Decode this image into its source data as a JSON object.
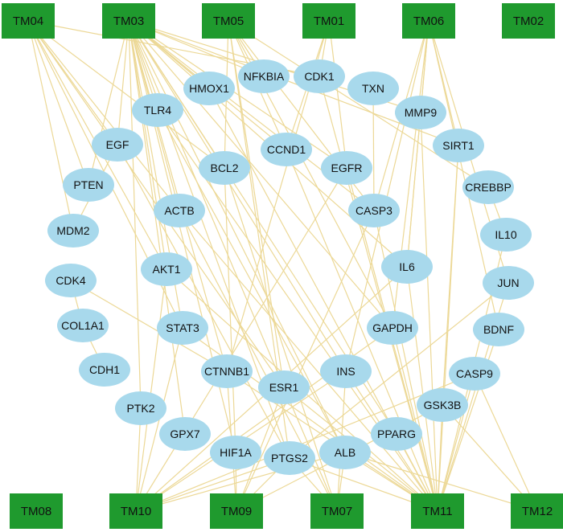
{
  "colors": {
    "module_fill": "#1f9a2e",
    "gene_fill": "#a8d9ec",
    "edge": "#ecd896",
    "text": "#111111"
  },
  "modules": [
    "TM04",
    "TM03",
    "TM05",
    "TM01",
    "TM06",
    "TM02",
    "TM08",
    "TM10",
    "TM09",
    "TM07",
    "TM11",
    "TM12"
  ],
  "genes": [
    "HMOX1",
    "NFKBIA",
    "CDK1",
    "TXN",
    "MMP9",
    "SIRT1",
    "CREBBP",
    "IL10",
    "JUN",
    "BDNF",
    "CASP9",
    "GSK3B",
    "PPARG",
    "ALB",
    "PTGS2",
    "HIF1A",
    "GPX7",
    "PTK2",
    "CDH1",
    "COL1A1",
    "CDK4",
    "MDM2",
    "PTEN",
    "EGF",
    "TLR4",
    "BCL2",
    "CCND1",
    "EGFR",
    "CASP3",
    "ACTB",
    "AKT1",
    "IL6",
    "STAT3",
    "GAPDH",
    "CTNNB1",
    "ESR1",
    "INS"
  ],
  "edges": [
    [
      "TM04",
      "EGF"
    ],
    [
      "TM04",
      "PTEN"
    ],
    [
      "TM04",
      "MDM2"
    ],
    [
      "TM04",
      "ACTB"
    ],
    [
      "TM04",
      "AKT1"
    ],
    [
      "TM04",
      "BCL2"
    ],
    [
      "TM04",
      "STAT3"
    ],
    [
      "TM04",
      "ESR1"
    ],
    [
      "TM04",
      "CDK1"
    ],
    [
      "TM03",
      "HMOX1"
    ],
    [
      "TM03",
      "NFKBIA"
    ],
    [
      "TM03",
      "TLR4"
    ],
    [
      "TM03",
      "EGF"
    ],
    [
      "TM03",
      "BCL2"
    ],
    [
      "TM03",
      "CCND1"
    ],
    [
      "TM03",
      "ACTB"
    ],
    [
      "TM03",
      "AKT1"
    ],
    [
      "TM03",
      "STAT3"
    ],
    [
      "TM03",
      "CTNNB1"
    ],
    [
      "TM03",
      "ESR1"
    ],
    [
      "TM03",
      "INS"
    ],
    [
      "TM03",
      "PTEN"
    ],
    [
      "TM03",
      "IL6"
    ],
    [
      "TM03",
      "CASP3"
    ],
    [
      "TM03",
      "PPARG"
    ],
    [
      "TM03",
      "ALB"
    ],
    [
      "TM03",
      "PTGS2"
    ],
    [
      "TM03",
      "SIRT1"
    ],
    [
      "TM03",
      "EGFR"
    ],
    [
      "TM03",
      "MMP9"
    ],
    [
      "TM03",
      "GAPDH"
    ],
    [
      "TM03",
      "GPX7"
    ],
    [
      "TM03",
      "PTK2"
    ],
    [
      "TM03",
      "HIF1A"
    ],
    [
      "TM05",
      "NFKBIA"
    ],
    [
      "TM05",
      "CCND1"
    ],
    [
      "TM05",
      "BCL2"
    ],
    [
      "TM05",
      "ESR1"
    ],
    [
      "TM05",
      "GAPDH"
    ],
    [
      "TM05",
      "PTGS2"
    ],
    [
      "TM05",
      "CREBBP"
    ],
    [
      "TM05",
      "CASP3"
    ],
    [
      "TM01",
      "CDK1"
    ],
    [
      "TM01",
      "CCND1"
    ],
    [
      "TM01",
      "EGFR"
    ],
    [
      "TM01",
      "CTNNB1"
    ],
    [
      "TM06",
      "MMP9"
    ],
    [
      "TM06",
      "SIRT1"
    ],
    [
      "TM06",
      "CASP3"
    ],
    [
      "TM06",
      "IL6"
    ],
    [
      "TM06",
      "GAPDH"
    ],
    [
      "TM06",
      "JUN"
    ],
    [
      "TM06",
      "INS"
    ],
    [
      "TM06",
      "BDNF"
    ],
    [
      "CDK4",
      "COL1A1"
    ],
    [
      "COL1A1",
      "CDH1"
    ],
    [
      "CDK4",
      "CTNNB1"
    ],
    [
      "EGF",
      "PTGS2"
    ],
    [
      "EGF",
      "MDM2"
    ],
    [
      "TLR4",
      "ALB"
    ],
    [
      "TXN",
      "CASP3"
    ],
    [
      "MMP9",
      "IL6"
    ],
    [
      "SIRT1",
      "GSK3B"
    ],
    [
      "CREBBP",
      "IL10"
    ],
    [
      "JUN",
      "PTGS2"
    ],
    [
      "BCL2",
      "HIF1A"
    ],
    [
      "TM10",
      "PTK2"
    ],
    [
      "TM10",
      "AKT1"
    ],
    [
      "TM10",
      "STAT3"
    ],
    [
      "TM10",
      "PTGS2"
    ],
    [
      "TM10",
      "ALB"
    ],
    [
      "TM10",
      "GAPDH"
    ],
    [
      "TM10",
      "CASP9"
    ],
    [
      "TM10",
      "IL6"
    ],
    [
      "TM10",
      "INS"
    ],
    [
      "TM10",
      "EGFR"
    ],
    [
      "TM09",
      "HIF1A"
    ],
    [
      "TM09",
      "PTGS2"
    ],
    [
      "TM09",
      "ESR1"
    ],
    [
      "TM09",
      "CTNNB1"
    ],
    [
      "TM09",
      "CASP3"
    ],
    [
      "TM09",
      "GSK3B"
    ],
    [
      "TM07",
      "PTGS2"
    ],
    [
      "TM07",
      "ALB"
    ],
    [
      "TM07",
      "INS"
    ],
    [
      "TM07",
      "ESR1"
    ],
    [
      "TM07",
      "BCL2"
    ],
    [
      "TM07",
      "ACTB"
    ],
    [
      "TM11",
      "ALB"
    ],
    [
      "TM11",
      "PTGS2"
    ],
    [
      "TM11",
      "PPARG"
    ],
    [
      "TM11",
      "GSK3B"
    ],
    [
      "TM11",
      "CASP9"
    ],
    [
      "TM11",
      "BDNF"
    ],
    [
      "TM11",
      "JUN"
    ],
    [
      "TM11",
      "IL10"
    ],
    [
      "TM11",
      "IL6"
    ],
    [
      "TM11",
      "GAPDH"
    ],
    [
      "TM11",
      "INS"
    ],
    [
      "TM11",
      "ESR1"
    ],
    [
      "TM11",
      "CTNNB1"
    ],
    [
      "TM11",
      "STAT3"
    ],
    [
      "TM11",
      "AKT1"
    ],
    [
      "TM11",
      "ACTB"
    ],
    [
      "TM11",
      "CCND1"
    ],
    [
      "TM11",
      "EGFR"
    ],
    [
      "TM11",
      "CASP3"
    ],
    [
      "TM11",
      "SIRT1"
    ],
    [
      "TM11",
      "TLR4"
    ],
    [
      "TM11",
      "HMOX1"
    ],
    [
      "TM11",
      "MMP9"
    ],
    [
      "TM11",
      "CDK1"
    ],
    [
      "TM12",
      "ALB"
    ],
    [
      "TM12",
      "GSK3B"
    ],
    [
      "TM12",
      "CASP9"
    ]
  ]
}
